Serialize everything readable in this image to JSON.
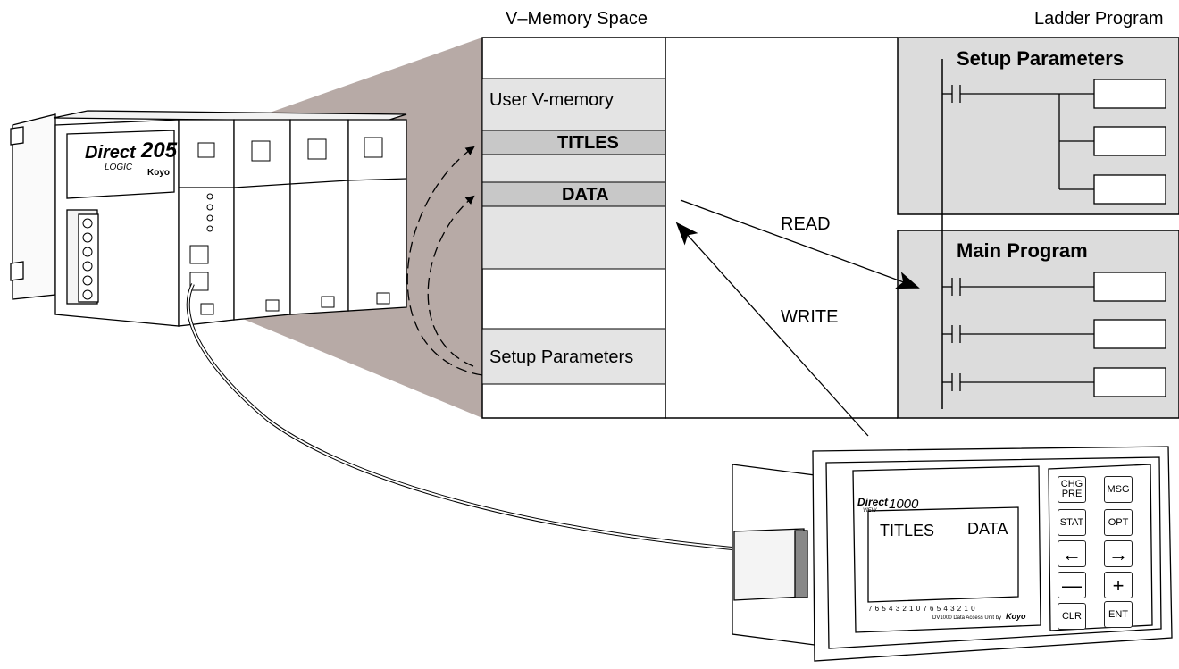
{
  "vmemory": {
    "header": "V–Memory Space",
    "user_vmemory": "User V-memory",
    "titles": "TITLES",
    "data": "DATA",
    "setup_parameters": "Setup Parameters"
  },
  "ladder": {
    "header": "Ladder Program",
    "setup_title": "Setup Parameters",
    "main_title": "Main Program"
  },
  "arrows": {
    "read": "READ",
    "write": "WRITE"
  },
  "plc": {
    "brand_direct": "Direct",
    "brand_number": "205",
    "brand_logic": "LOGIC",
    "brand_koyo": "Koyo"
  },
  "dv1000": {
    "brand_direct": "Direct",
    "brand_view": "VIEW",
    "model": "1000",
    "screen_titles": "TITLES",
    "screen_data": "DATA",
    "bit_numbers": "7 6 5 4 3 2 1 0 7 6 5 4 3 2 1 0",
    "caption": "DV1000 Data Access Unit by",
    "caption_brand": "Koyo",
    "keys": {
      "chg_pre": "CHG PRE",
      "msg": "MSG",
      "stat": "STAT",
      "opt": "OPT",
      "left": "←",
      "right": "→",
      "minus": "—",
      "plus": "+",
      "clr": "CLR",
      "ent": "ENT"
    }
  },
  "colors": {
    "shade": "#b7aaa6",
    "cell_fill": "#e4e4e4",
    "band_fill": "#c8c8c8",
    "ladder_fill": "#dcdcdc"
  }
}
